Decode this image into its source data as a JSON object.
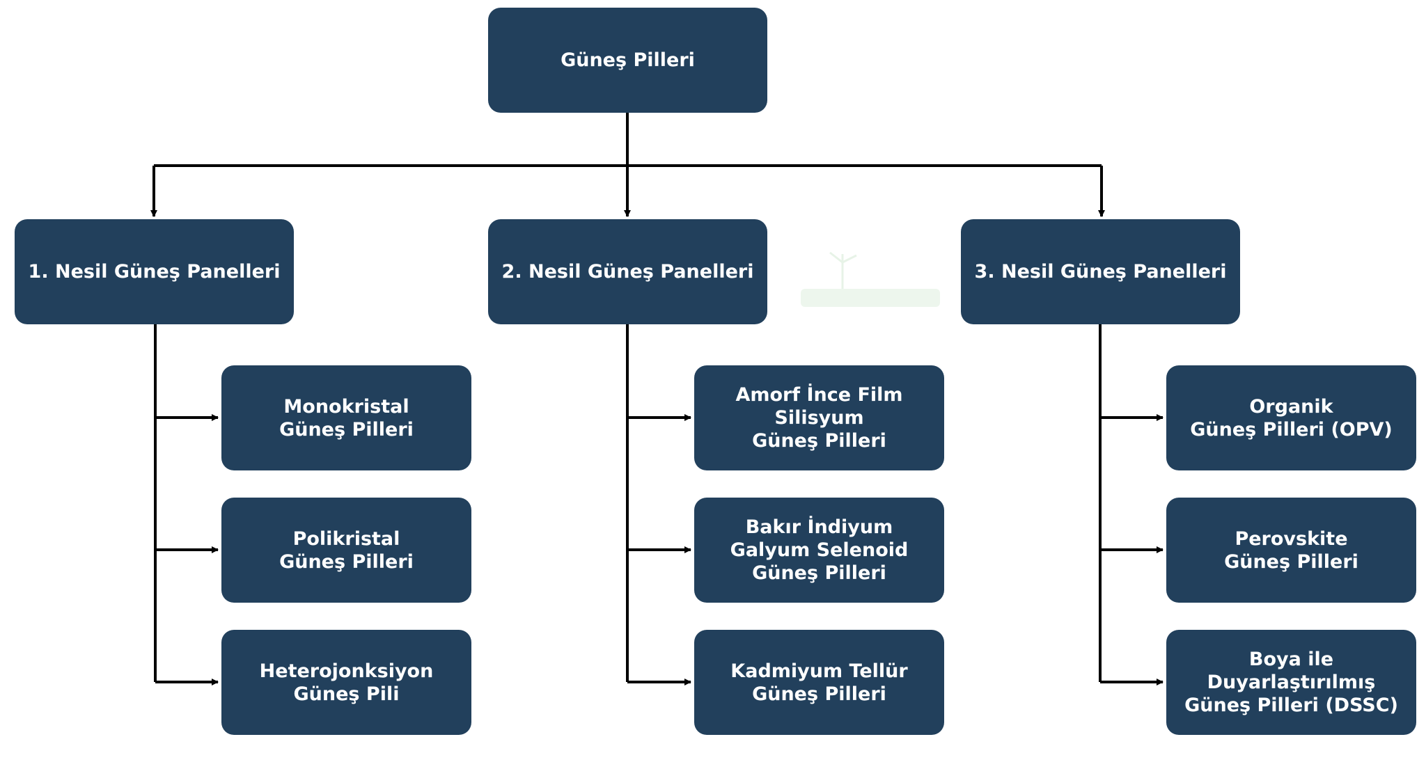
{
  "diagram": {
    "root": {
      "label": "Güneş Pilleri"
    },
    "generations": [
      {
        "label": "1. Nesil Güneş Panelleri",
        "children": [
          {
            "label": "Monokristal\nGüneş Pilleri"
          },
          {
            "label": "Polikristal\nGüneş Pilleri"
          },
          {
            "label": "Heterojonksiyon\nGüneş Pili"
          }
        ]
      },
      {
        "label": "2. Nesil Güneş Panelleri",
        "children": [
          {
            "label": "Amorf İnce Film\nSilisyum\nGüneş Pilleri"
          },
          {
            "label": "Bakır İndiyum\nGalyum Selenoid\nGüneş Pilleri"
          },
          {
            "label": "Kadmiyum Tellür\nGüneş Pilleri"
          }
        ]
      },
      {
        "label": "3. Nesil Güneş Panelleri",
        "children": [
          {
            "label": "Organik\nGüneş Pilleri (OPV)"
          },
          {
            "label": "Perovskite\nGüneş Pilleri"
          },
          {
            "label": "Boya ile\nDuyarlaştırılmış\nGüneş Pilleri (DSSC)"
          }
        ]
      }
    ],
    "colors": {
      "node_fill": "#22405c",
      "node_text": "#ffffff",
      "connector": "#000000"
    }
  }
}
